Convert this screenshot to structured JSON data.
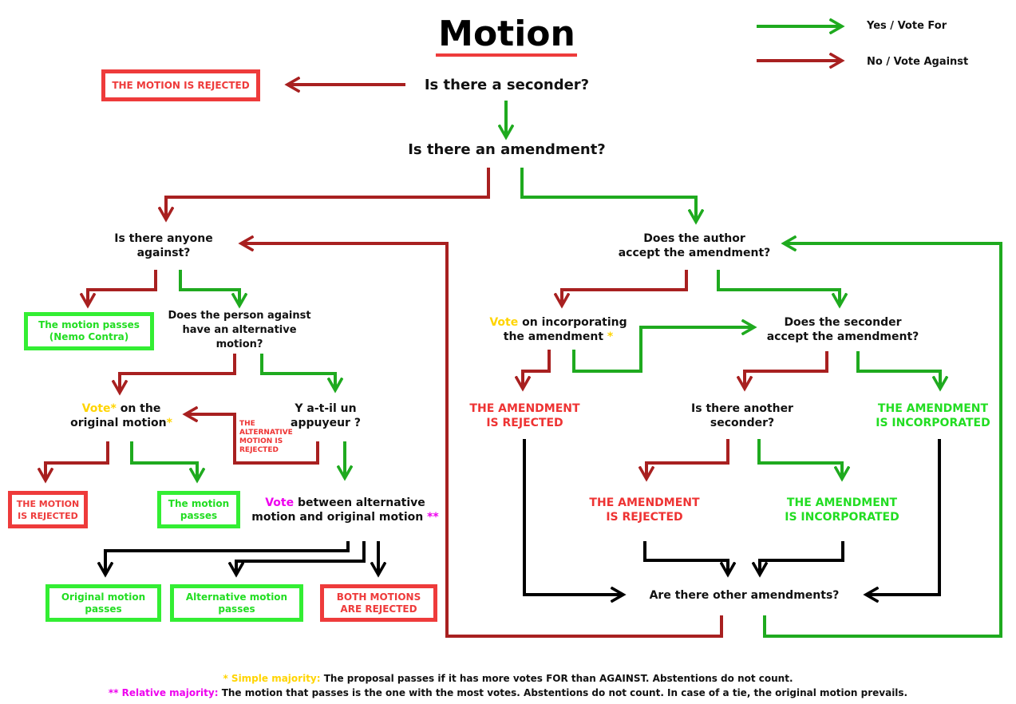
{
  "title": "Motion",
  "legend": {
    "yes": "Yes / Vote For",
    "no": "No / Vote Against"
  },
  "colors": {
    "yes": "#1faa1f",
    "no": "#a82020",
    "neutral": "#000000",
    "rejected": "#ee3b3b",
    "passed": "#22dd22",
    "simple": "#ffd400",
    "relative": "#ee00ee"
  },
  "nodes": {
    "seconder_q": "Is there a seconder?",
    "rejected_top": "THE MOTION IS REJECTED",
    "amendment_q": "Is there an amendment?",
    "anyone_against_1": "Is there anyone",
    "anyone_against_2": "against?",
    "nemo_1": "The motion passes",
    "nemo_2": "(Nemo Contra)",
    "alt_q_1": "Does the person against",
    "alt_q_2": "have an alternative",
    "alt_q_3": "motion?",
    "vote_orig_a": "Vote*",
    "vote_orig_b": " on the",
    "vote_orig_c": "original motion",
    "vote_orig_star": "*",
    "appuyeur_1": "Y a-t-il un",
    "appuyeur_2": "appuyeur ?",
    "alt_rejected_1": "THE",
    "alt_rejected_2": "ALTERNATIVE",
    "alt_rejected_3": "MOTION IS",
    "alt_rejected_4": "REJECTED",
    "motion_rejected_1": "THE MOTION",
    "motion_rejected_2": "IS REJECTED",
    "motion_passes_1": "The motion",
    "motion_passes_2": "passes",
    "vote_between_a": "Vote",
    "vote_between_b": " between alternative",
    "vote_between_c": "motion and original motion ",
    "vote_between_star": "**",
    "orig_passes_1": "Original motion",
    "orig_passes_2": "passes",
    "alt_passes_1": "Alternative motion",
    "alt_passes_2": "passes",
    "both_rejected_1": "BOTH MOTIONS",
    "both_rejected_2": "ARE REJECTED",
    "author_q_1": "Does the author",
    "author_q_2": "accept the amendment?",
    "vote_incorp_a": "Vote",
    "vote_incorp_b": " on incorporating",
    "vote_incorp_c": "the amendment ",
    "vote_incorp_star": "*",
    "seconder_accept_1": "Does the seconder",
    "seconder_accept_2": "accept the amendment?",
    "amend_rejected_1_a": "THE AMENDMENT",
    "amend_rejected_1_b": "IS REJECTED",
    "another_seconder_1": "Is there another",
    "another_seconder_2": "seconder?",
    "amend_incorp_1_a": "THE AMENDMENT",
    "amend_incorp_1_b": "IS INCORPORATED",
    "amend_rejected_2_a": "THE AMENDMENT",
    "amend_rejected_2_b": "IS REJECTED",
    "amend_incorp_2_a": "THE AMENDMENT",
    "amend_incorp_2_b": "IS INCORPORATED",
    "other_amend_q": "Are there other amendments?"
  },
  "footnotes": {
    "simple_label": "* Simple majority:",
    "simple_text": " The proposal passes if it has more votes FOR than AGAINST. Abstentions do not count.",
    "relative_label": "** Relative majority:",
    "relative_text": " The motion that passes is the one with the most votes. Abstentions do not count. In case of a tie, the original motion prevails."
  }
}
